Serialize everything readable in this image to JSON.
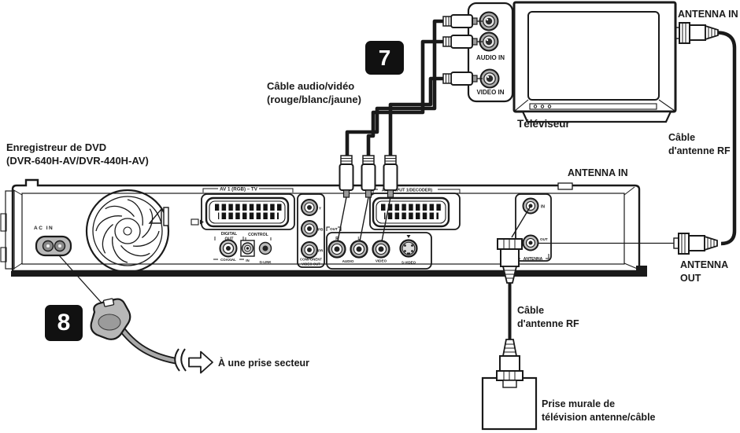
{
  "colors": {
    "ink": "#1a1a1a",
    "badge_bg": "#111111",
    "badge_text": "#ffffff",
    "connector_grey": "#b5b5b5",
    "cable_grey": "#a9a9a9"
  },
  "badges": {
    "step7": "7",
    "step8": "8"
  },
  "tv": {
    "name_label": "Téléviseur",
    "antenna_in_label": "ANTENNA IN",
    "audio_in_label": "AUDIO IN",
    "video_in_label": "VIDEO IN"
  },
  "recorder": {
    "title_line1": "Enregistreur de DVD",
    "title_line2": "(DVR-640H-AV/DVR-440H-AV)",
    "antenna_in_label": "ANTENNA IN",
    "rear": {
      "ac_in": "AC IN",
      "av1": "AV 1 (RGB) – TV",
      "digital_line1": "DIGITAL",
      "digital_line2": "OUT",
      "coaxial": "COAXIAL",
      "control": "CONTROL",
      "control_in": "IN",
      "g_link": "G-LINK",
      "comp_y": "Y",
      "comp_pb": "PB",
      "comp_pr": "PR",
      "comp_line1": "COMPONENT",
      "comp_line2": "VIDEO OUT",
      "out": "OUT",
      "r": "R",
      "l": "L",
      "audio": "AUDIO",
      "video": "VIDEO",
      "s_video": "S-VIDEO",
      "av2": "AV2 (INPUT 1/DECODER)",
      "ant_in": "IN",
      "ant_out": "OUT",
      "antenna": "ANTENNA"
    }
  },
  "annotations": {
    "av_cable_line1": "Câble audio/vidéo",
    "av_cable_line2": "(rouge/blanc/jaune)",
    "rf_cable_line1": "Câble",
    "rf_cable_line2": "d'antenne RF",
    "antenna_out_line1": "ANTENNA",
    "antenna_out_line2": "OUT",
    "wall_line1": "Prise murale de",
    "wall_line2": "télévision antenne/câble",
    "power_outlet": "À une prise secteur"
  }
}
